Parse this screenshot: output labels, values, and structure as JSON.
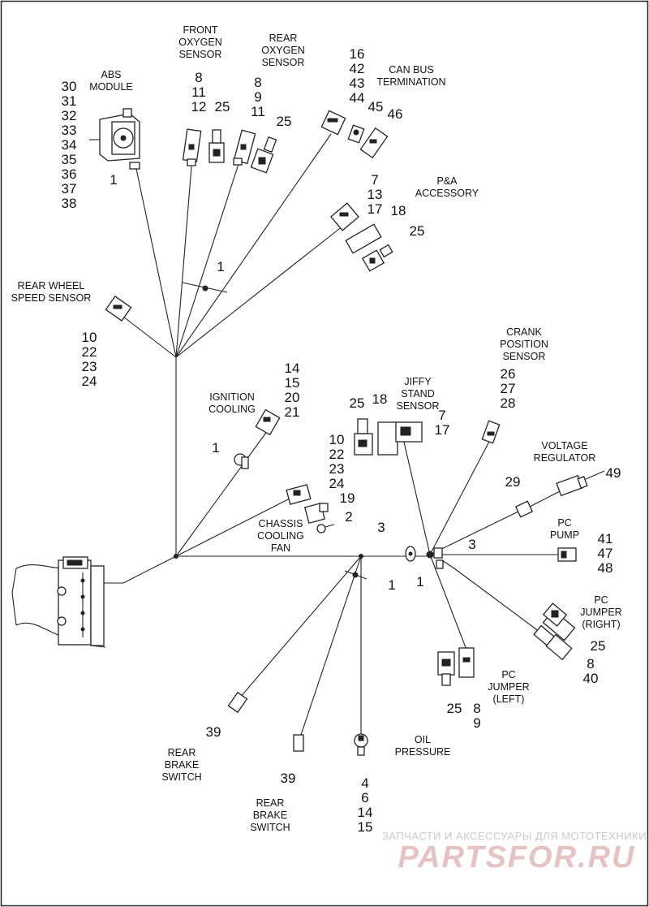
{
  "labels": {
    "abs": [
      "ABS",
      "MODULE"
    ],
    "front_o2": [
      "FRONT",
      "OXYGEN",
      "SENSOR"
    ],
    "rear_o2": [
      "REAR",
      "OXYGEN",
      "SENSOR"
    ],
    "can_bus": [
      "CAN BUS",
      "TERMINATION"
    ],
    "pa": [
      "P&A",
      "ACCESSORY"
    ],
    "rear_wheel": [
      "REAR WHEEL",
      "SPEED SENSOR"
    ],
    "ignition": [
      "IGNITION",
      "COOLING"
    ],
    "jiffy": [
      "JIFFY",
      "STAND",
      "SENSOR"
    ],
    "crank": [
      "CRANK",
      "POSITION",
      "SENSOR"
    ],
    "voltage": [
      "VOLTAGE",
      "REGULATOR"
    ],
    "chassis": [
      "CHASSIS",
      "COOLING",
      "FAN"
    ],
    "pc_pump": [
      "PC",
      "PUMP"
    ],
    "pc_jumper_right": [
      "PC",
      "JUMPER",
      "(RIGHT)"
    ],
    "pc_jumper_left": [
      "PC",
      "JUMPER",
      "(LEFT)"
    ],
    "oil": [
      "OIL",
      "PRESSURE"
    ],
    "rear_brake_1": [
      "REAR",
      "BRAKE",
      "SWITCH"
    ],
    "rear_brake_2": [
      "REAR",
      "BRAKE",
      "SWITCH"
    ]
  },
  "callouts": {
    "abs_parts": [
      "30",
      "31",
      "32",
      "33",
      "34",
      "35",
      "36",
      "37",
      "38"
    ],
    "abs_clip": "1",
    "front_o2_parts": [
      "8",
      "11",
      "12"
    ],
    "front_o2_cap": "25",
    "rear_o2_parts": [
      "8",
      "9",
      "11"
    ],
    "rear_o2_cap": "25",
    "can_bus_parts": [
      "16",
      "42",
      "43",
      "44"
    ],
    "can_bus_45": "45",
    "can_bus_46": "46",
    "pa_parts": [
      "7",
      "13",
      "17"
    ],
    "pa_18": "18",
    "pa_25": "25",
    "mid_clip": "1",
    "rear_wheel_parts": [
      "10",
      "22",
      "23",
      "24"
    ],
    "ignition_parts": [
      "14",
      "15",
      "20",
      "21"
    ],
    "ignition_clip": "1",
    "jiffy_25": "25",
    "jiffy_18": "18",
    "jiffy_parts": [
      "7",
      "17"
    ],
    "chassis_parts_a": [
      "10",
      "22",
      "23",
      "24"
    ],
    "chassis_19": "19",
    "chassis_2": "2",
    "crank_parts": [
      "26",
      "27",
      "28"
    ],
    "voltage_49": "49",
    "voltage_29": "29",
    "ground_3a": "3",
    "ground_3b": "3",
    "ground_1": "1",
    "pc_pump_parts": [
      "41",
      "47",
      "48"
    ],
    "pc_right_25": "25",
    "pc_right_parts": [
      "8",
      "40"
    ],
    "pc_left_25": "25",
    "pc_left_parts": [
      "8",
      "9"
    ],
    "lower_clip": "1",
    "brake_1": "39",
    "brake_2": "39",
    "oil_parts": [
      "4",
      "6",
      "14",
      "15"
    ]
  },
  "watermark": {
    "line1": "ЗАПЧАСТИ И АКСЕССУАРЫ ДЛЯ МОТОТЕХНИКИ",
    "line2": "PARTSFOR.RU"
  }
}
